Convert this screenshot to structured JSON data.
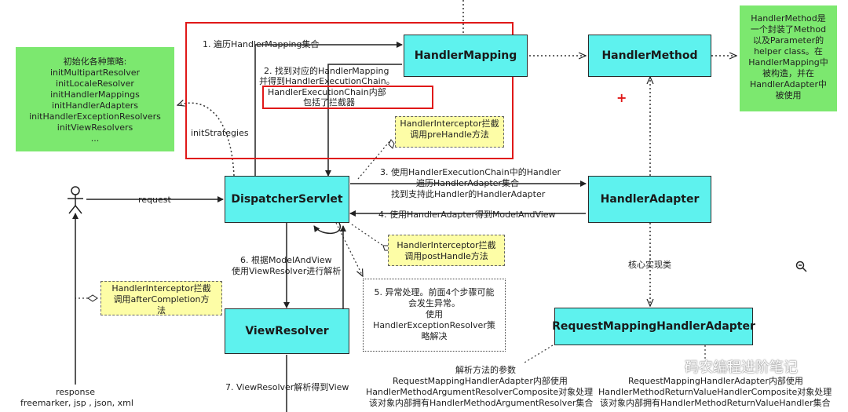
{
  "nodes": {
    "handler_mapping": "HandlerMapping",
    "handler_method": "HandlerMethod",
    "dispatcher_servlet": "DispatcherServlet",
    "handler_adapter": "HandlerAdapter",
    "view_resolver": "ViewResolver",
    "request_mapping_handler_adapter": "RequestMappingHandlerAdapter"
  },
  "init_note": {
    "lines": [
      "初始化各种策略:",
      "initMultipartResolver",
      "initLocaleResolver",
      "initHandlerMappings",
      "initHandlerAdapters",
      "initHandlerExceptionResolvers",
      "initViewResolvers",
      "..."
    ]
  },
  "handler_method_note": {
    "lines": [
      "HandlerMethod是",
      "一个封装了Method",
      "以及Parameter的",
      "helper class。在",
      "HandlerMapping中",
      "被构造，并在",
      "HandlerAdapter中",
      "被使用"
    ]
  },
  "labels": {
    "step1": "1. 遍历HandlerMapping集合",
    "step2_line1": "2. 找到对应的HandlerMapping",
    "step2_line2": "并得到HandlerExecutionChain。",
    "chain_line1": "HandlerExecutionChain内部",
    "chain_line2": "包括了拦截器",
    "init_strategies": "initStrategies",
    "request": "request",
    "step3_line1": "3. 使用HandlerExecutionChain中的Handler",
    "step3_line2": "遍历HandlerAdapter集合",
    "step3_line3": "找到支持此Handler的HandlerAdapter",
    "step4": "4. 使用HandlerAdapter得到ModelAndView",
    "step6_line1": "6. 根据ModelAndView",
    "step6_line2": "使用ViewResolver进行解析",
    "core_impl": "核心实现类",
    "step7": "7. ViewResolver解析得到View",
    "response_line1": "response",
    "response_line2": "freemarker, jsp , json, xml",
    "args_line1": "解析方法的参数",
    "args_line2": "RequestMappingHandlerAdapter内部使用",
    "args_line3": "HandlerMethodArgumentResolverComposite对象处理",
    "args_line4": "该对象内部拥有HandlerMethodArgumentResolver集合",
    "return_line1": "RequestMappingHandlerAdapter内部使用",
    "return_line2": "HandlerMethodReturnValueHandlerComposite对象处理",
    "return_line3": "该对象内部拥有HandlerMethodReturnValueHandler集合",
    "plus": "+",
    "watermark": "码农编程进阶笔记"
  },
  "interceptor_notes": {
    "pre_line1": "HandlerInterceptor拦截",
    "pre_line2": "调用preHandle方法",
    "post_line1": "HandlerInterceptor拦截",
    "post_line2": "调用postHandle方法",
    "after_line1": "HandlerInterceptor拦截",
    "after_line2": "调用afterCompletion方",
    "after_line3": "法"
  },
  "exception_note": {
    "lines": [
      "5. 异常处理。前面4个步骤可能",
      "会发生异常。",
      "使用",
      "HandlerExceptionResolver策",
      "略解决"
    ]
  },
  "colors": {
    "node_fill": "#5ef2ee",
    "note_green": "#7ce86f",
    "note_yellow": "#fdfda6",
    "highlight_red": "#e01818"
  }
}
